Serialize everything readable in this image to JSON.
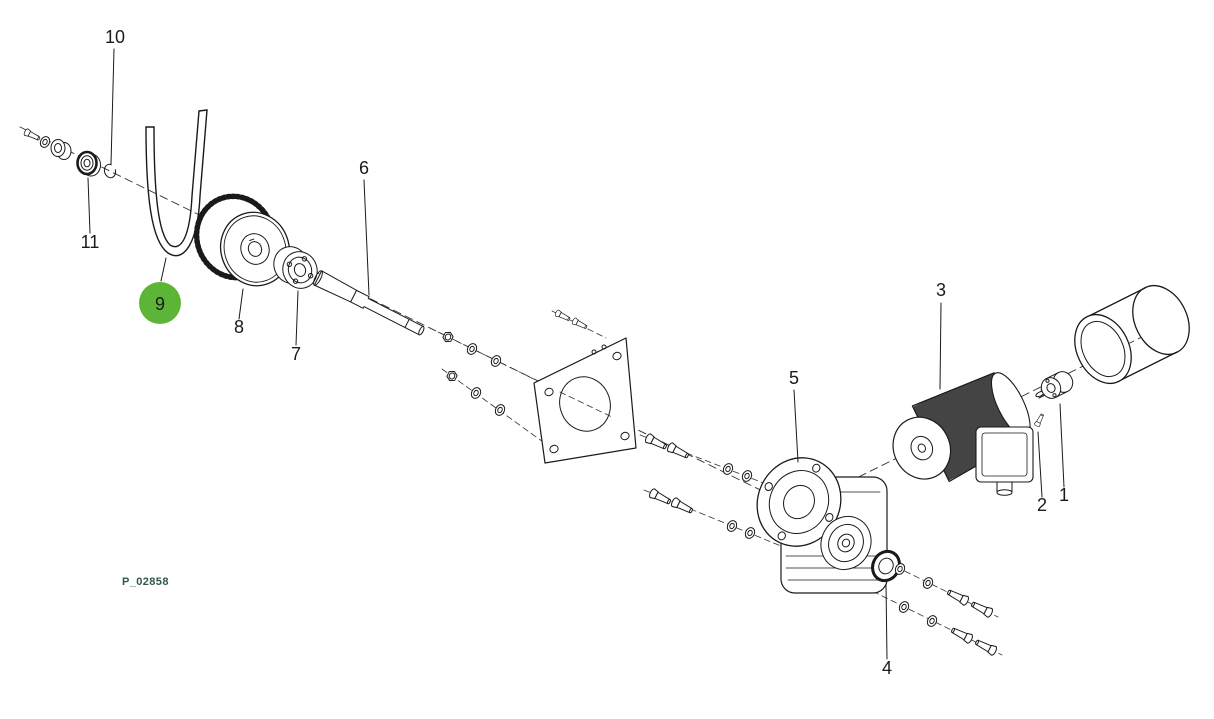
{
  "diagram": {
    "type": "exploded-parts-diagram",
    "code": "P_02858",
    "colors": {
      "line": "#1a1a1a",
      "highlight": "#5cb537",
      "code_text": "#33584a",
      "background": "#ffffff"
    },
    "callouts": [
      {
        "label": "1",
        "part": "output-coupling",
        "highlighted": false
      },
      {
        "label": "2",
        "part": "set-screw",
        "highlighted": false
      },
      {
        "label": "3",
        "part": "electric-motor",
        "highlighted": false
      },
      {
        "label": "4",
        "part": "shaft-seal",
        "highlighted": false
      },
      {
        "label": "5",
        "part": "worm-gearbox",
        "highlighted": false
      },
      {
        "label": "6",
        "part": "drive-shaft",
        "highlighted": false
      },
      {
        "label": "7",
        "part": "clamping-hub",
        "highlighted": false
      },
      {
        "label": "8",
        "part": "toothed-pulley",
        "highlighted": false
      },
      {
        "label": "9",
        "part": "drive-belt",
        "highlighted": true
      },
      {
        "label": "10",
        "part": "retaining-ring",
        "highlighted": false
      },
      {
        "label": "11",
        "part": "bearing",
        "highlighted": false
      }
    ]
  }
}
